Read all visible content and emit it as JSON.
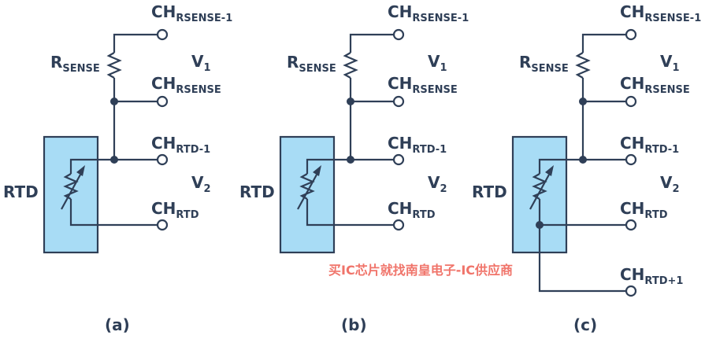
{
  "labels": {
    "ch": "CH",
    "rsense_1_sub": "RSENSE-1",
    "rsense_sub": "RSENSE",
    "rtd_1_sub": "RTD-1",
    "rtd_sub": "RTD",
    "rtd_p1_sub": "RTD+1",
    "r": "R",
    "sense_sub": "SENSE",
    "v": "V",
    "v1_sub": "1",
    "v2_sub": "2",
    "rtd": "RTD"
  },
  "captions": [
    "(a)",
    "(b)",
    "(c)"
  ],
  "watermark": "买IC芯片就找南皇电子-IC供应商",
  "colors": {
    "wire": "#2f3f57",
    "rtd_fill": "#a8dcf5",
    "watermark": "#f0746a"
  }
}
